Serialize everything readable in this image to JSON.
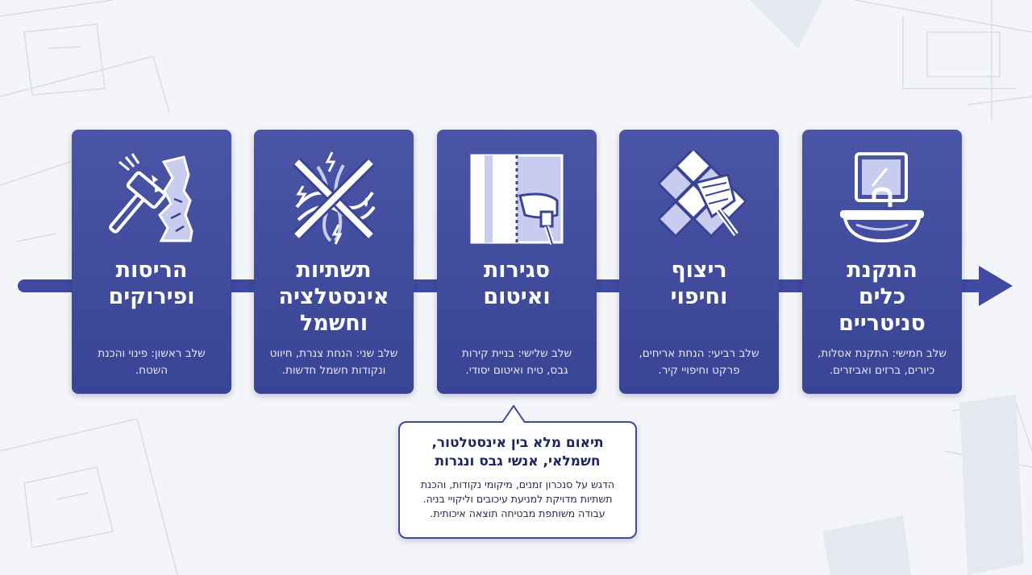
{
  "colors": {
    "card": "#3f4aa0",
    "timeline": "#3f4aa0",
    "icon_light": "#c8cdef",
    "background": "#f4f5f9"
  },
  "steps": [
    {
      "icon": "demolition-hammer-icon",
      "title_lines": [
        "הריסות",
        "ופירוקים"
      ],
      "desc_lines": [
        "שלב ראשון: פינוי והכנת",
        "השטח."
      ]
    },
    {
      "icon": "plumbing-electrical-icon",
      "title_lines": [
        "תשתיות",
        "אינסטלציה",
        "וחשמל"
      ],
      "desc_lines": [
        "שלב שני: הנחת צנרת, חיווט",
        "ונקודות חשמל חדשות."
      ]
    },
    {
      "icon": "drywall-plastering-icon",
      "title_lines": [
        "סגירות",
        "ואיטום"
      ],
      "desc_lines": [
        "שלב שלישי: בניית קירות",
        "גבס, טיח ואיטום יסודי."
      ]
    },
    {
      "icon": "tiling-trowel-icon",
      "title_lines": [
        "ריצוף",
        "וחיפוי"
      ],
      "desc_lines": [
        "שלב רביעי: הנחת אריחים,",
        "פרקט וחיפויי קיר."
      ]
    },
    {
      "icon": "sink-mirror-icon",
      "title_lines": [
        "התקנת",
        "כלים",
        "סניטריים"
      ],
      "desc_lines": [
        "שלב חמישי: התקנת אסלות,",
        "כיורים, ברזים ואביזרים."
      ]
    }
  ],
  "callout": {
    "headline_lines": [
      "תיאום מלא בין אינסטלטור,",
      "חשמלאי, אנשי גבס ונגרות"
    ],
    "body_lines": [
      "הדגש על סנכרון זמנים, מיקומי נקודות, והכנת",
      "תשתיות מדויקת למניעת עיכובים וליקויי בניה.",
      "עבודה משותפת מבטיחה תוצאה איכותית."
    ]
  }
}
